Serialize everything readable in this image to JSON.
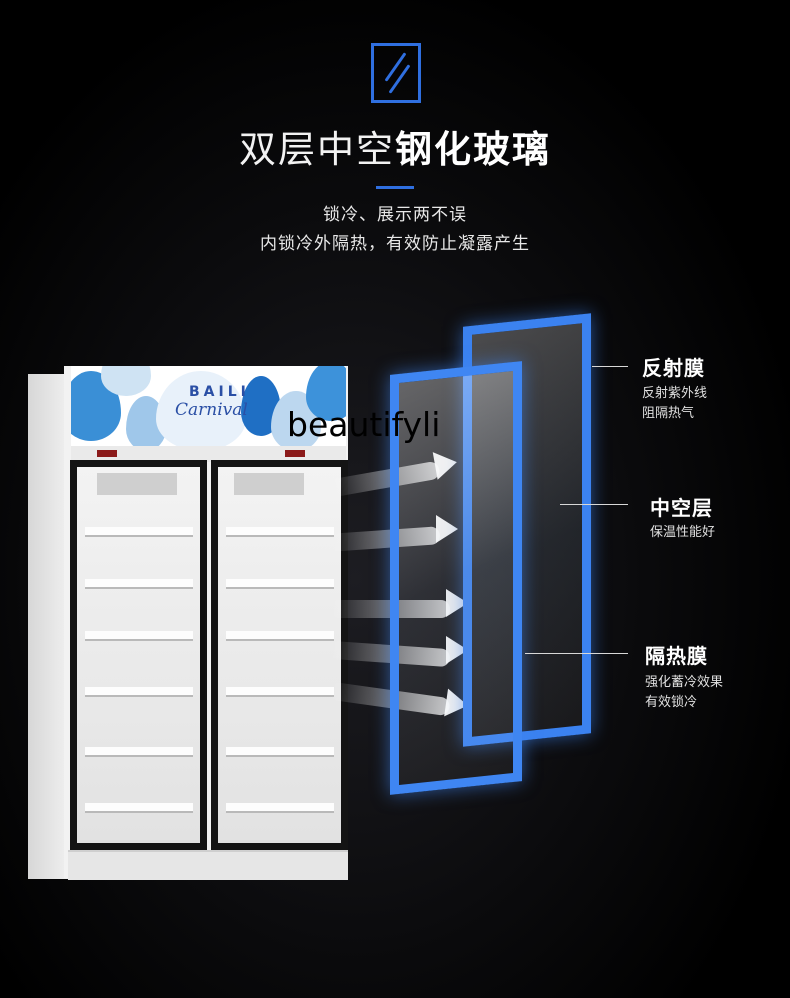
{
  "header": {
    "headline_light": "双层中空",
    "headline_bold": "钢化玻璃",
    "sub_line1": "锁冷、展示两不误",
    "sub_line2": "内锁冷外隔热，有效防止凝露产生"
  },
  "fridge": {
    "brand_line1": "BAILI",
    "brand_line2": "Carnival"
  },
  "callouts": [
    {
      "title": "反射膜",
      "desc_line1": "反射紫外线",
      "desc_line2": "阻隔热气"
    },
    {
      "title": "中空层",
      "desc_line1": "保温性能好",
      "desc_line2": ""
    },
    {
      "title": "隔热膜",
      "desc_line1": "强化蓄冷效果",
      "desc_line2": "有效锁冷"
    }
  ],
  "watermark": "beautifyli",
  "colors": {
    "accent": "#2f6fe0",
    "glass_edge": "#3b82f0",
    "background": "#000000"
  }
}
